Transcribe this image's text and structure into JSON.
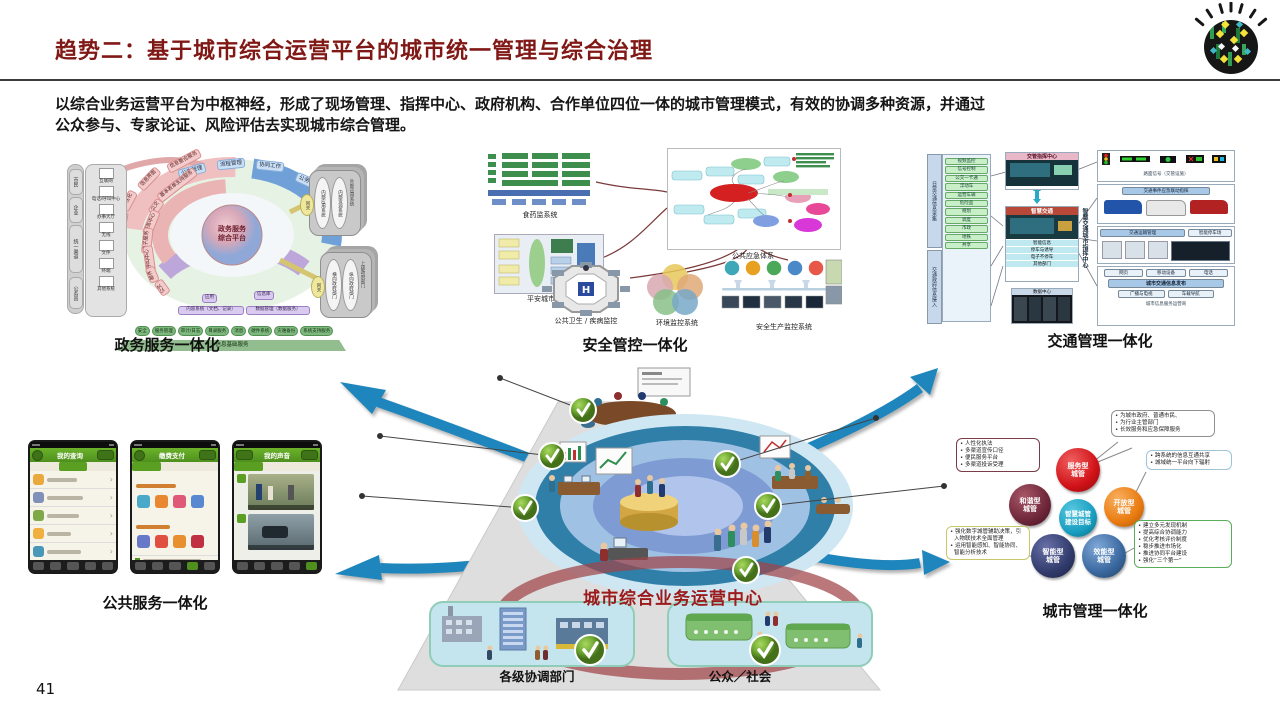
{
  "page_number": "41",
  "colors": {
    "title_red": "#801815",
    "center_red": "#9B1A1C",
    "arrow_blue": "#1E86BC",
    "check_green": "#6FA832"
  },
  "header": {
    "title": "趋势二：基于城市综合运营平台的城市统一管理与综合治理"
  },
  "intro": {
    "line1": "以综合业务运营平台为中枢神经，形成了现场管理、指挥中心、政府机构、合作单位四位一体的城市管理模式，有效的协调多种资源，并通过",
    "line2": "公众参与、专家论证、风险评估去实现城市综合管理。"
  },
  "gov": {
    "caption": "政务服务一体化",
    "center_line1": "政务服务",
    "center_line2": "综合平台",
    "top_arc": [
      "公文管理",
      "流程管理",
      "协同工作",
      "公务审批"
    ],
    "pink_outer": [
      "信息整合服务",
      "信息界面",
      "个性化",
      "资料信息"
    ],
    "pink_inner": [
      "基本表单支持服务",
      "公文",
      "服务中心",
      "电子服务",
      "呼叫中心",
      "邮件",
      "公文"
    ],
    "channel_tabs": [
      "市民",
      "企业",
      "统一渠道",
      "公务员"
    ],
    "channels": [
      "互联网",
      "电话/呼叫中心",
      "办事大厅",
      "无线",
      "文件",
      "终端",
      "其他系统"
    ],
    "purple_tags": [
      "应用",
      "信息库"
    ],
    "purple_boxes": [
      "内容系统（文档、记录）",
      "数据管理（数据服务）"
    ],
    "green_bar": [
      "安全",
      "服务管理",
      "审计/日志",
      "目录服务",
      "消息",
      "硬件系统",
      "灾难备份",
      "系统支持服务"
    ],
    "green_base": "信息基础服务",
    "gateway": "网关",
    "stack_top_side": "外部应用系统",
    "stack_top_items": [
      "内部应用系统",
      "内部资源系统"
    ],
    "stack_bottom_side": "上级政府部门",
    "stack_bottom_items": [
      "横向政府部门",
      "纵向政府部门"
    ]
  },
  "safety": {
    "caption": "安全管控一体化",
    "panel_food": "食药监系统",
    "panel_safecity": "平安城市系统",
    "panel_emergency": "公共应急体系",
    "panel_health": "公共卫生 / 疾病监控",
    "panel_env": "环境监控系统",
    "panel_prod": "安全生产监控系统"
  },
  "traffic": {
    "caption": "交通管理一体化",
    "left_top_label": "日常交通信息采集",
    "left_bottom_label": "交通政府信息接入",
    "left_items": [
      "视频监控",
      "信号控制",
      "公交一卡通",
      "浮动车",
      "运营车辆",
      "危险品",
      "规划",
      "调度",
      "市政",
      "地铁",
      "共享"
    ],
    "cmd_center": "交管指挥中心",
    "smart_traffic": "智慧交通",
    "smart_items": [
      "智能信息",
      "停车与诱导",
      "电子不停车",
      "其他部门"
    ],
    "data_center": "数据中心",
    "vertical_label": "智慧交通城市指挥中心",
    "right1": "路面信号（交管设施）",
    "right2": "交通事件应急联动指挥",
    "right3": "交通运输管理",
    "right3b": "智能停车场",
    "right4_chips": [
      "网页",
      "移动设备",
      "电话"
    ],
    "right4": "城市交通信息发布",
    "right4b": [
      "广播与电视",
      "车载导航"
    ],
    "right4_caption": "城市信息服务运营商"
  },
  "phones": {
    "caption": "公共服务一体化",
    "items": [
      {
        "title": "我的查询"
      },
      {
        "title": "缴费支付"
      },
      {
        "title": "我的声音"
      }
    ]
  },
  "citymgmt": {
    "caption": "城市管理一体化",
    "center_line1": "智慧城管",
    "center_line2": "建设目标",
    "bubbles": [
      {
        "l1": "服务型",
        "l2": "城管"
      },
      {
        "l1": "开放型",
        "l2": "城管"
      },
      {
        "l1": "效能型",
        "l2": "城管"
      },
      {
        "l1": "智能型",
        "l2": "城管"
      },
      {
        "l1": "和谐型",
        "l2": "城管"
      }
    ],
    "callout_top": [
      "为城市政府、普通市民、",
      "为行业主管部门",
      "长效服务和应急保障服务"
    ],
    "callout_left": [
      "人性化执法",
      "多渠道宣传口径",
      "便民服务平台",
      "多渠道投诉受理"
    ],
    "callout_right": [
      "跨系统的信息互通共享",
      "城域统一平台向下辐射"
    ],
    "callout_bottomleft": [
      "强化数字城管辅助决策，引入物联技术全面管理",
      "运用智能感知、智能协同、智能分析技术"
    ],
    "callout_bottomright": [
      "建立多元发现机制",
      "提高综合协调能力",
      "优化考核评价制度",
      "稳步推进市场化",
      "推进协同平台建设",
      "强化“三个第一”"
    ]
  },
  "pyramid": {
    "center_label": "城市综合业务运营中心",
    "left_label": "各级协调部门",
    "right_label": "公众／社会"
  }
}
